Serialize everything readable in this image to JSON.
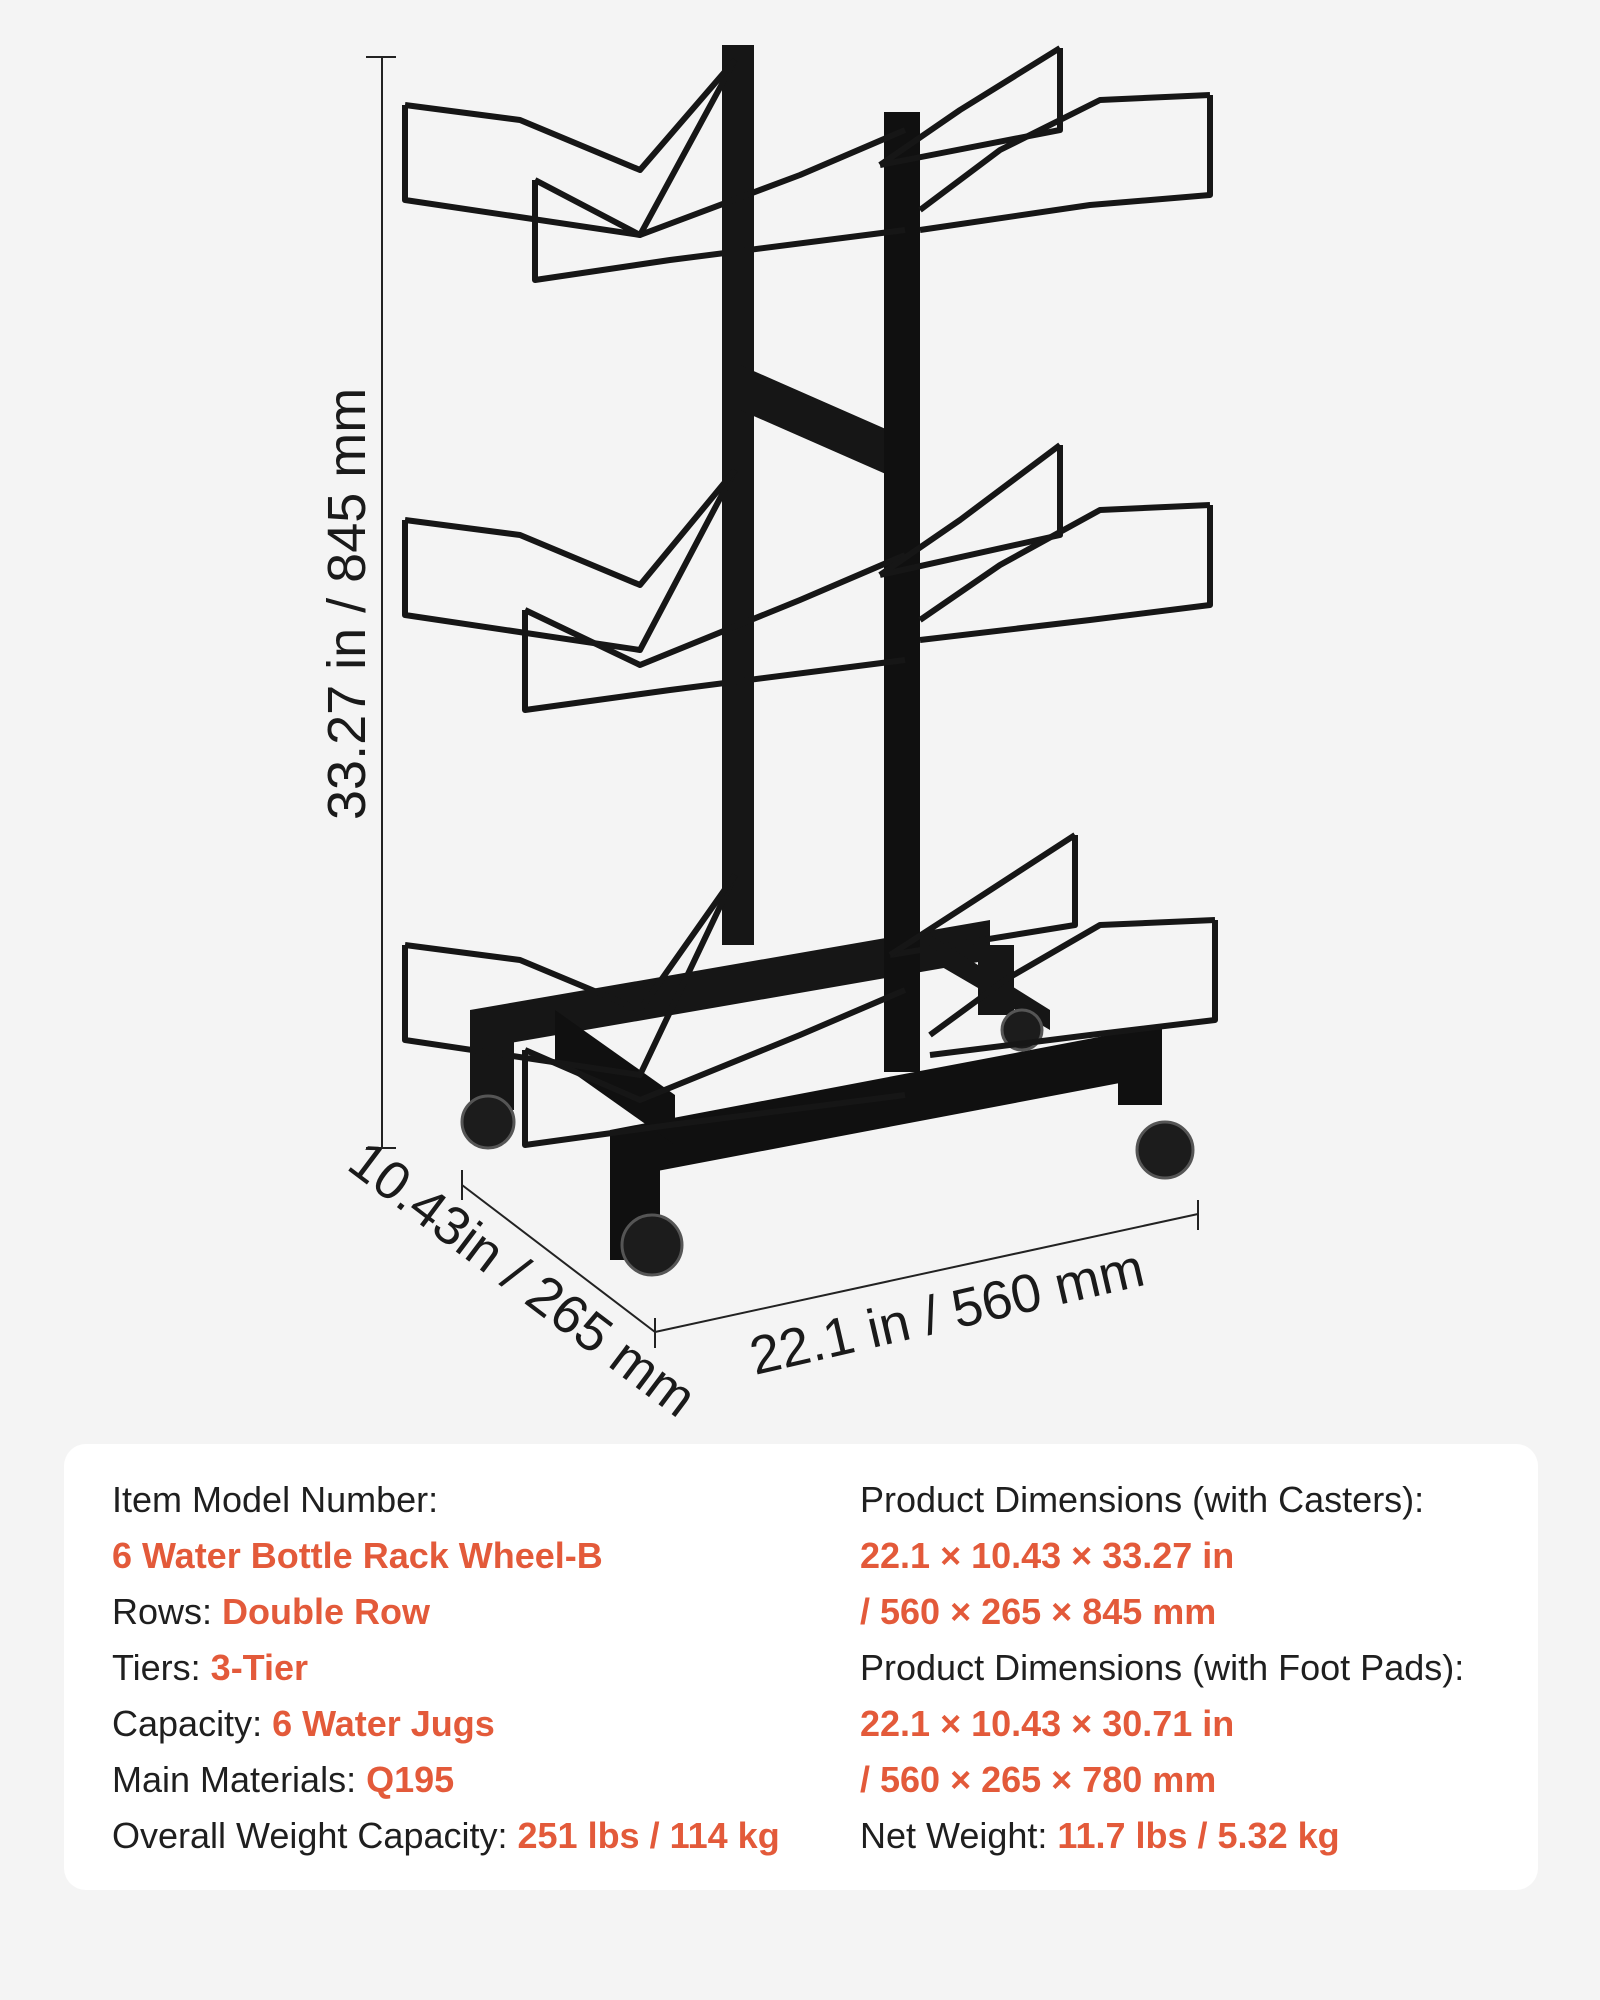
{
  "dimensions": {
    "height": "33.27 in / 845 mm",
    "depth": "10.43in / 265 mm",
    "width": "22.1 in / 560 mm"
  },
  "specs": {
    "left": [
      {
        "label": "Item Model Number:",
        "value": ""
      },
      {
        "label": "",
        "value": "6 Water Bottle Rack Wheel-B"
      },
      {
        "label": "Rows: ",
        "value": "Double Row"
      },
      {
        "label": "Tiers: ",
        "value": "3-Tier"
      },
      {
        "label": "Capacity: ",
        "value": "6 Water Jugs"
      },
      {
        "label": "Main Materials: ",
        "value": "Q195"
      },
      {
        "label": "Overall Weight Capacity: ",
        "value": "251 lbs / 114 kg"
      }
    ],
    "right": [
      {
        "label": "Product Dimensions (with Casters):",
        "value": ""
      },
      {
        "label": "",
        "value": "22.1 × 10.43 × 33.27 in"
      },
      {
        "label": "",
        "value": "/ 560 × 265 × 845 mm"
      },
      {
        "label": "Product Dimensions (with Foot Pads):",
        "value": ""
      },
      {
        "label": "",
        "value": "22.1 × 10.43 × 30.71 in"
      },
      {
        "label": "",
        "value": "/ 560 × 265 × 780 mm"
      },
      {
        "label": "Net Weight: ",
        "value": "11.7 lbs / 5.32 kg"
      }
    ]
  },
  "colors": {
    "accent": "#e35a3a",
    "text": "#1f1f1f",
    "frame": "#161616",
    "background": "#f4f4f4",
    "card": "#ffffff"
  }
}
